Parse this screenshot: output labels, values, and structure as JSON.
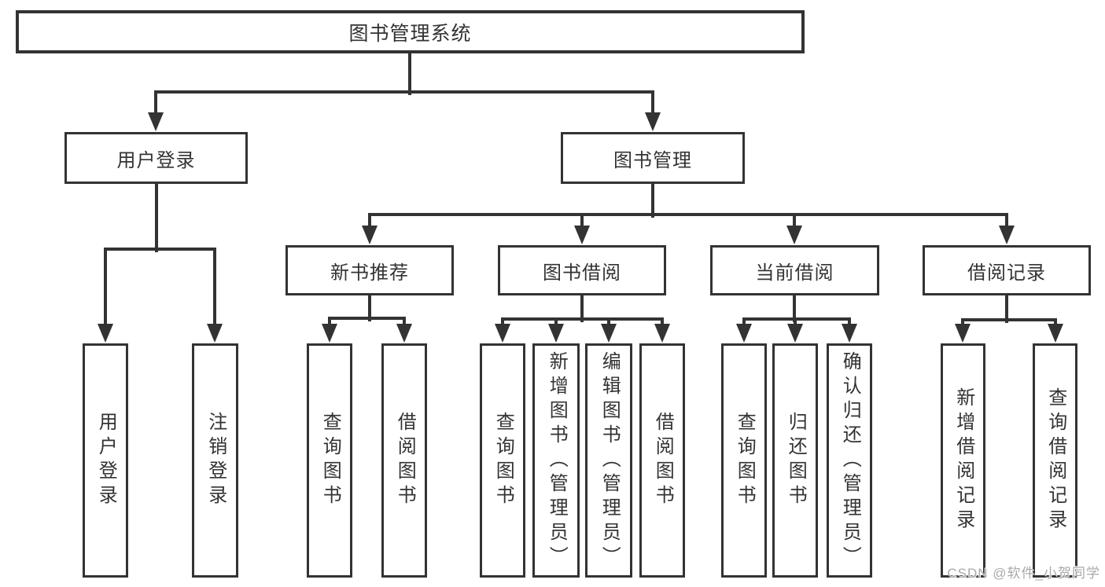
{
  "diagram": {
    "root": {
      "label": "图书管理系统"
    },
    "branches": [
      {
        "label": "用户登录",
        "leaves": [
          {
            "label": "用户登录"
          },
          {
            "label": "注销登录"
          }
        ]
      },
      {
        "label": "图书管理",
        "sections": [
          {
            "label": "新书推荐",
            "leaves": [
              {
                "label": "查询图书"
              },
              {
                "label": "借阅图书"
              }
            ]
          },
          {
            "label": "图书借阅",
            "leaves": [
              {
                "label": "查询图书"
              },
              {
                "label": "新增图书（管理员）"
              },
              {
                "label": "编辑图书（管理员）"
              },
              {
                "label": "借阅图书"
              }
            ]
          },
          {
            "label": "当前借阅",
            "leaves": [
              {
                "label": "查询图书"
              },
              {
                "label": "归还图书"
              },
              {
                "label": "确认归还（管理员）"
              }
            ]
          },
          {
            "label": "借阅记录",
            "leaves": [
              {
                "label": "新增借阅记录"
              },
              {
                "label": "查询借阅记录"
              }
            ]
          }
        ]
      }
    ]
  },
  "watermark": {
    "text": "CSDN @软件_小贺同学"
  },
  "colors": {
    "line": "#333333",
    "text": "#333333",
    "background": "#ffffff",
    "watermark": "#a9a9a9"
  }
}
